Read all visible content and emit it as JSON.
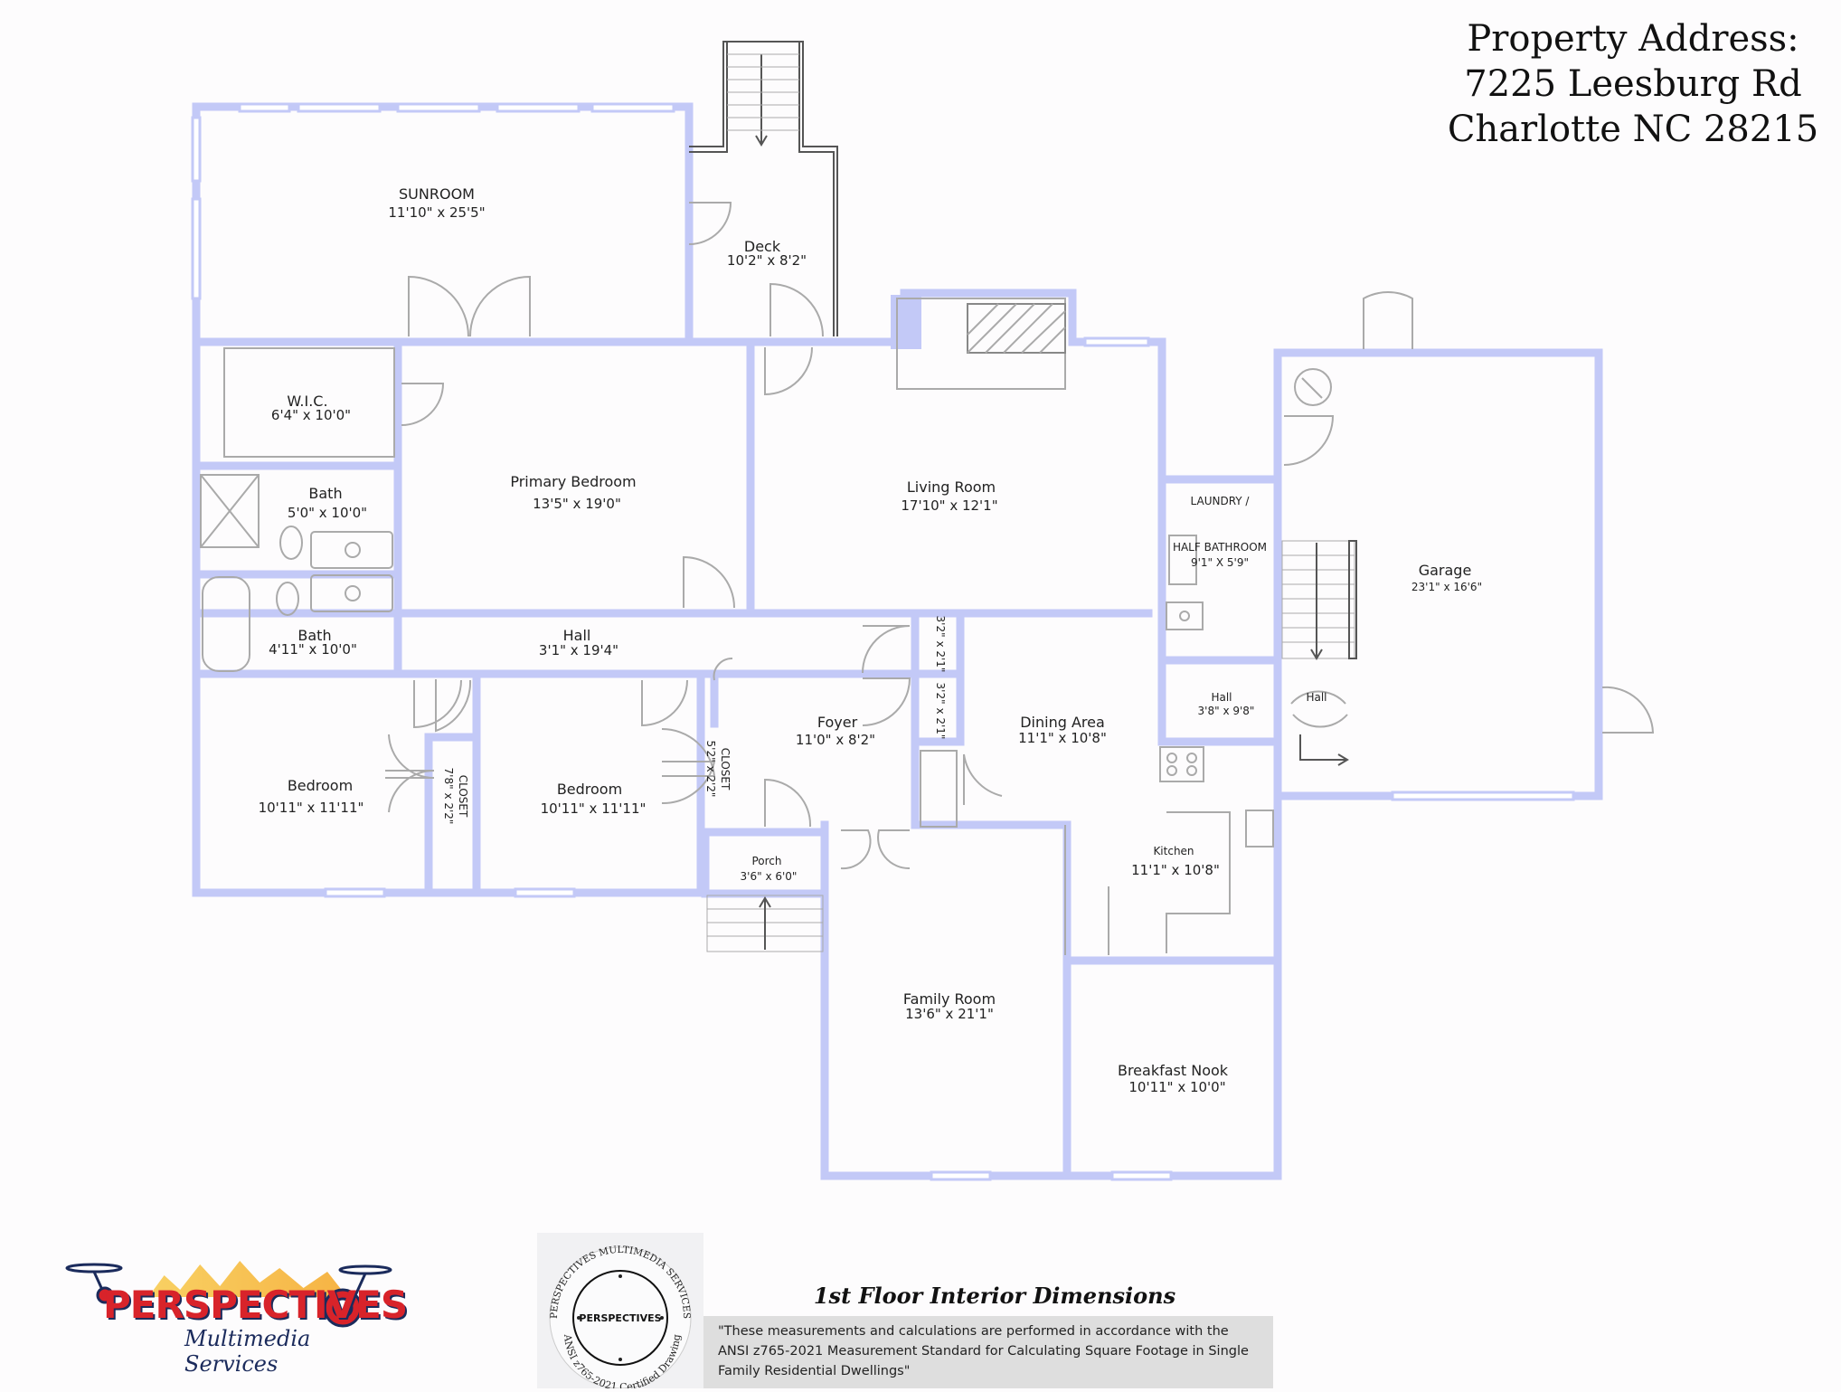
{
  "address": {
    "label": "Property Address:",
    "street": "7225 Leesburg Rd",
    "city": "Charlotte NC 28215"
  },
  "rooms": [
    {
      "name": "SUNROOM",
      "dim": "11'10\" x 25'5\""
    },
    {
      "name": "Deck",
      "dim": "10'2\" x 8'2\""
    },
    {
      "name": "W.I.C.",
      "dim": "6'4\" x 10'0\""
    },
    {
      "name": "Bath",
      "dim": "5'0\" x 10'0\""
    },
    {
      "name": "Primary Bedroom",
      "dim": "13'5\" x 19'0\""
    },
    {
      "name": "Living Room",
      "dim": "17'10\" x 12'1\""
    },
    {
      "name": "LAUNDRY /",
      "dim": ""
    },
    {
      "name": "HALF BATHROOM",
      "dim": "9'1\" X 5'9\""
    },
    {
      "name": "Garage",
      "dim": "23'1\" x 16'6\""
    },
    {
      "name": "Bath",
      "dim": "4'11\" x 10'0\""
    },
    {
      "name": "Hall",
      "dim": "3'1\" x 19'4\""
    },
    {
      "name": "",
      "dim": "3'2\" x 2'1\""
    },
    {
      "name": "",
      "dim": "3'2\" x 2'1\""
    },
    {
      "name": "Hall",
      "dim": "3'8\" x 9'8\""
    },
    {
      "name": "Hall",
      "dim": ""
    },
    {
      "name": "Foyer",
      "dim": "11'0\" x 8'2\""
    },
    {
      "name": "Dining Area",
      "dim": "11'1\" x 10'8\""
    },
    {
      "name": "Bedroom",
      "dim": "10'11\" x 11'11\""
    },
    {
      "name": "CLOSET",
      "dim": "7'8\" x 2'2\""
    },
    {
      "name": "Bedroom",
      "dim": "10'11\" x 11'11\""
    },
    {
      "name": "CLOSET",
      "dim": "5'2\" x 2'2\""
    },
    {
      "name": "Porch",
      "dim": "3'6\" x 6'0\""
    },
    {
      "name": "Kitchen",
      "dim": "11'1\" x 10'8\""
    },
    {
      "name": "Family Room",
      "dim": "13'6\" x 21'1\""
    },
    {
      "name": "Breakfast Nook",
      "dim": "10'11\" x 10'0\""
    }
  ],
  "caption": "1st Floor Interior Dimensions",
  "disclaimer": "\"These measurements and calculations are performed in accordance with the ANSI z765-2021 Measurement Standard for Calculating Square Footage in Single Family Residential Dwellings\"",
  "logo": {
    "main": "PERSPECTIVES",
    "sub": "Multimedia Services"
  },
  "seal": {
    "top": "PERSPECTIVES MULTIMEDIA SERVICES",
    "bottom": "ANSI z765-2021 Certified Drawing",
    "center": "PERSPECTIVES"
  },
  "colors": {
    "wall": "#c3c9f7",
    "line": "#b9b9b9"
  }
}
